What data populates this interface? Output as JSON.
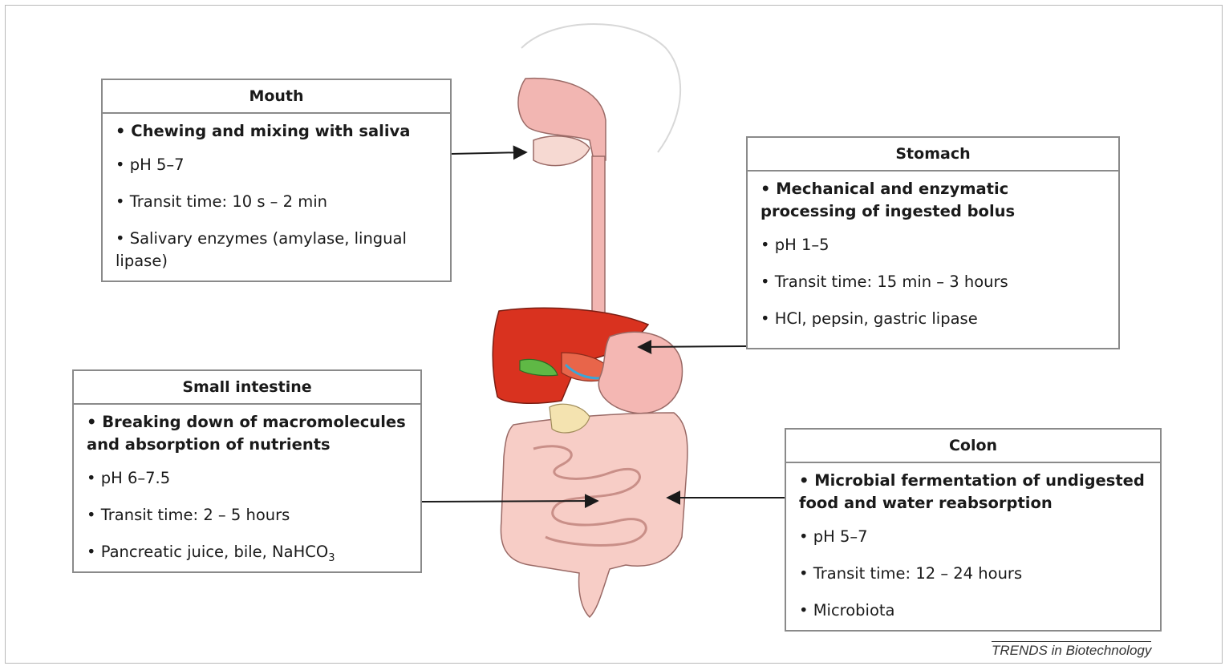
{
  "boxes": {
    "mouth": {
      "title": "Mouth",
      "items": [
        "• Chewing and  mixing with saliva",
        "• pH 5–7",
        "• Transit time:  10 s – 2 min",
        "• Salivary enzymes (amylase, lingual lipase)"
      ]
    },
    "stomach": {
      "title": "Stomach",
      "items": [
        "• Mechanical and enzymatic processing of ingested bolus",
        "• pH 1–5",
        "• Transit time: 15 min – 3 hours",
        "• HCl, pepsin, gastric  lipase"
      ]
    },
    "small_intestine": {
      "title": "Small intestine",
      "items": [
        "• Breaking down of macromolecules and absorption of nutrients",
        "• pH 6–7.5",
        "• Transit time: 2 – 5 hours",
        "• Pancreatic juice, bile, NaHCO",
        "3"
      ]
    },
    "colon": {
      "title": "Colon",
      "items": [
        "• Microbial fermentation of undigested food and water reabsorption",
        "• pH 5–7",
        "• Transit time: 12 – 24 hours",
        "• Microbiota"
      ]
    }
  },
  "credit": "TRENDS in Biotechnology",
  "colors": {
    "border": "#8a8a8a",
    "esophagus": "#f2b6b2",
    "liver": "#d9321f",
    "stomach": "#f4b7b3",
    "intestine": "#f7cdc6",
    "gallbladder": "#5fb845"
  }
}
